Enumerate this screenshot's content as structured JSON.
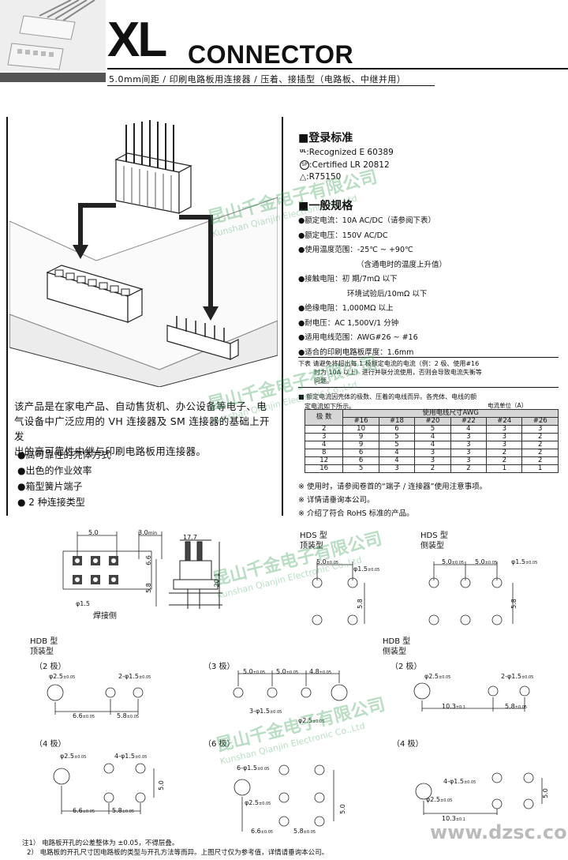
{
  "header": {
    "title_main": "XL",
    "title_sub": "CONNECTOR",
    "subtitle": "5.0mm间距 / 印刷电路板用连接器 / 压着、接插型（电路板、中继并用）"
  },
  "certs": {
    "heading": "■登录标准",
    "items": [
      {
        "mark": "UL",
        "text": ":Recognized E 60389"
      },
      {
        "mark": "CSA",
        "text": ":Certified LR 20812"
      },
      {
        "mark": "TUV",
        "text": ":R75150"
      }
    ]
  },
  "specs": {
    "heading": "■一般规格",
    "items": [
      "●额定电流：10A  AC/DC（请参阅下表）",
      "●额定电压：150V  AC/DC",
      "●使用温度范围：-25℃ ~ +90℃",
      "（含通电时的温度上升值）",
      "●接触电阻：初      期/7mΩ 以下",
      "环境试验后/10mΩ 以下",
      "●绝缘电阻：1,000MΩ 以上",
      "●耐电压：AC 1,500V/1 分钟",
      "●适用电线范围：AWG#26 ~ #16",
      "●适合的印刷电路板厚度：1.6mm"
    ]
  },
  "current_note": {
    "line1": "下表  请避免将超出每 1 极额定电流的电流（例：2 极、使用#16",
    "line2": "时为 10A 以上）进行并联分流使用，否则会导致电流失衡等",
    "line3": "问题。",
    "line4": "■ 额定电流因壳体的极数、压着的电线而异。各壳体、电线的额",
    "line5": "定电流如下所示。",
    "unit": "电流单位（A）"
  },
  "current_table": {
    "row_header": "极 数",
    "group_header": "使用电线尺寸AWG",
    "columns": [
      "#16",
      "#18",
      "#20",
      "#22",
      "#24",
      "#26"
    ],
    "rows": [
      [
        "2",
        "10",
        "6",
        "5",
        "4",
        "3",
        "3"
      ],
      [
        "3",
        "9",
        "5",
        "4",
        "3",
        "3",
        "2"
      ],
      [
        "4",
        "9",
        "5",
        "4",
        "3",
        "3",
        "2"
      ],
      [
        "8",
        "6",
        "4",
        "3",
        "3",
        "2",
        "2"
      ],
      [
        "12",
        "6",
        "4",
        "3",
        "3",
        "2",
        "2"
      ],
      [
        "16",
        "5",
        "3",
        "2",
        "2",
        "1",
        "1"
      ]
    ]
  },
  "remarks": [
    "※ 使用时，请参阅卷首的“端子 / 连接器”使用注意事项。",
    "※ 详情请垂询本公司。",
    "※ 介绍了符合 RoHS 标准的产品。"
  ],
  "description": {
    "line1": "该产品是在家电产品、自动售货机、办公设备等电子、电",
    "line2": "气设备中广泛应用的 VH 连接器及 SM 连接器的基础上开发",
    "line3": "出的高可靠性中继与印刷电路板用连接器。"
  },
  "features": [
    "●高可靠性的壳体方式",
    "●出色的作业效率",
    "●箱型簧片端子",
    "● 2 种连接类型"
  ],
  "watermark": {
    "name": "昆山千金电子有限公司",
    "name_en": "Kunshan Qianjin Electronic Co.,Ltd"
  },
  "drawings": {
    "solder_side": "焊接侧",
    "d_50": "5.0",
    "d_30min": "3.0",
    "d_30min_sub": "min",
    "d_66": "6.6",
    "d_58": "5.8",
    "d_15": "φ1.5",
    "d_177": "17.7",
    "d_201": "20.1",
    "hds_top_t1": "HDS 型",
    "hds_top_t2": "顶装型",
    "hds_side_t1": "HDS 型",
    "hds_side_t2": "侧装型",
    "hdb_top_t1": "HDB 型",
    "hdb_top_t2": "顶装型",
    "hdb_side_t1": "HDB 型",
    "hdb_side_t2": "侧装型",
    "pole2": "（2 极）",
    "pole3": "（3 极）",
    "pole4": "（4 极）",
    "pole6": "（6 极）",
    "d_phi25": "φ2.5",
    "d_2phi15": "2-φ1.5",
    "d_3phi15": "3-φ1.5",
    "d_4phi15": "4-φ1.5",
    "d_6phi15": "6-φ1.5",
    "d_48": "4.8",
    "d_103": "10.3",
    "tol": "±0.05",
    "tol1": "±0.1"
  },
  "footnotes": {
    "note1": "注1） 电路板开孔的公差整体为 ±0.05，不得层叠。",
    "note2": "2） 电路板的开孔尺寸因电路板的类型与开孔方法等而异。上图尺寸仅为参考值，详情请垂询本公司。"
  },
  "site": "www.dzsc.com"
}
